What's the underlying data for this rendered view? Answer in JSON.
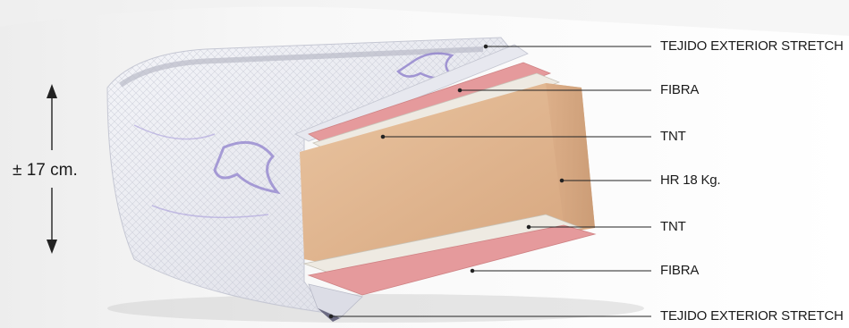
{
  "dimension": {
    "height_text": "± 17 cm."
  },
  "layers": [
    {
      "id": "outer-top",
      "label": "TEJIDO EXTERIOR STRETCH"
    },
    {
      "id": "fibra-top",
      "label": "FIBRA"
    },
    {
      "id": "tnt-top",
      "label": "TNT"
    },
    {
      "id": "core",
      "label": "HR 18 Kg."
    },
    {
      "id": "tnt-bottom",
      "label": "TNT"
    },
    {
      "id": "fibra-bottom",
      "label": "FIBRA"
    },
    {
      "id": "outer-bottom",
      "label": "TEJIDO EXTERIOR STRETCH"
    }
  ],
  "colors": {
    "foam": "#e2b58f",
    "fibra": "#e59a9c",
    "tnt": "#eeeae2",
    "fabric": "#eceef4",
    "pattern": "#8f80cc",
    "leader": "#222222"
  }
}
